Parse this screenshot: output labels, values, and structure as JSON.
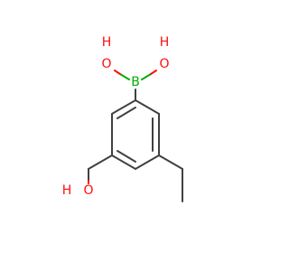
{
  "colors": {
    "bond": "#404040",
    "oxygen": "#ff0d0d",
    "boron": "#00b000",
    "background": "#ffffff"
  },
  "atoms": {
    "boron": "B",
    "boron_oh_left": "OH",
    "boron_oh_left_h": "H",
    "boron_oh_left_o": "O",
    "boron_oh_right_h": "H",
    "boron_oh_right_o": "O",
    "hydroxymethyl_h": "H",
    "hydroxymethyl_o": "O"
  }
}
